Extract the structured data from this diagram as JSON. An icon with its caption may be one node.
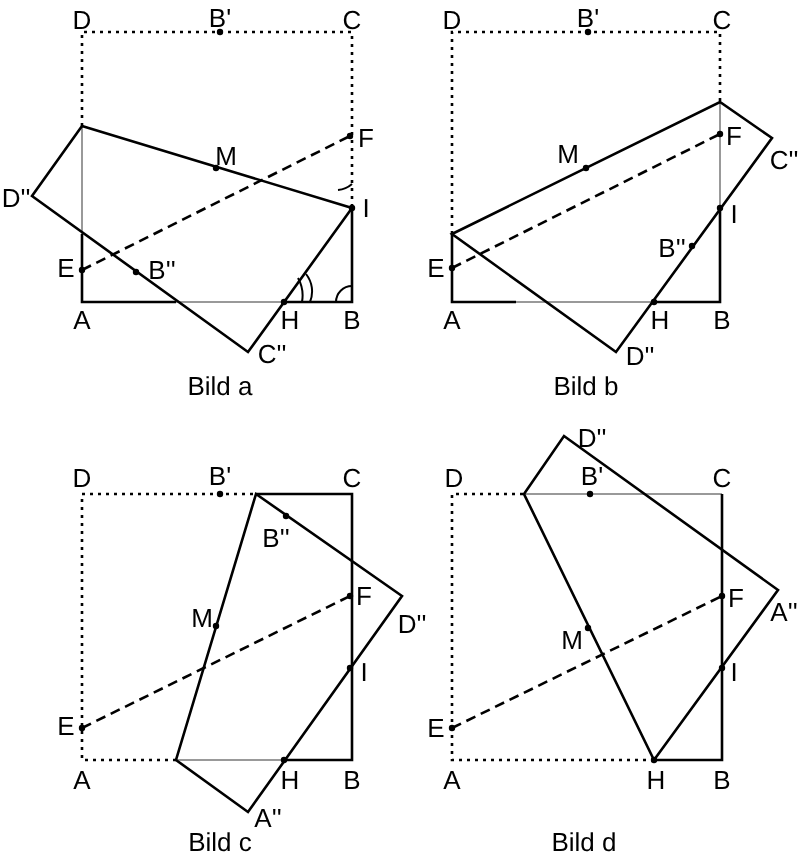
{
  "diagram": {
    "labels": [
      "D",
      "B'",
      "C",
      "F",
      "M",
      "D''",
      "I",
      "E",
      "B''",
      "A",
      "H",
      "B",
      "C''",
      "Bild a",
      "D",
      "B'",
      "C",
      "F",
      "M",
      "C''",
      "I",
      "B''",
      "E",
      "A",
      "H",
      "B",
      "D''",
      "Bild b",
      "D",
      "B'",
      "C",
      "B''",
      "F",
      "M",
      "D''",
      "I",
      "E",
      "A",
      "H",
      "B",
      "A''",
      "Bild c",
      "D''",
      "D",
      "B'",
      "C",
      "F",
      "A''",
      "M",
      "I",
      "E",
      "A",
      "H",
      "B",
      "Bild d"
    ]
  }
}
